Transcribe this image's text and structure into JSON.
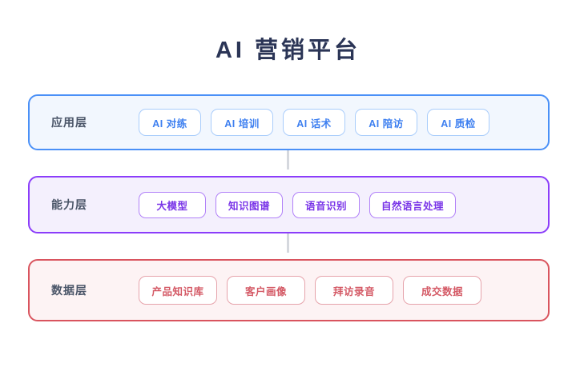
{
  "page": {
    "title": "AI 营销平台",
    "background_color": "#ffffff",
    "title_color": "#2b3556"
  },
  "layers": [
    {
      "id": "application-layer",
      "label": "应用层",
      "accent_color": "#4a90f7",
      "fill_color": "#f2f7fe",
      "chip_border_color": "#a9cdfb",
      "chip_text_color": "#3d7ff0",
      "items": [
        {
          "label": "AI 对练"
        },
        {
          "label": "AI 培训"
        },
        {
          "label": "AI 话术"
        },
        {
          "label": "AI 陪访"
        },
        {
          "label": "AI 质检"
        }
      ]
    },
    {
      "id": "capability-layer",
      "label": "能力层",
      "accent_color": "#8b3dfa",
      "fill_color": "#f4f0fd",
      "chip_border_color": "#b181f8",
      "chip_text_color": "#7a35e8",
      "items": [
        {
          "label": "大模型"
        },
        {
          "label": "知识图谱"
        },
        {
          "label": "语音识别"
        },
        {
          "label": "自然语言处理"
        }
      ]
    },
    {
      "id": "data-layer",
      "label": "数据层",
      "accent_color": "#d9545e",
      "fill_color": "#fdf3f4",
      "chip_border_color": "#e6a3ab",
      "chip_text_color": "#d45965",
      "items": [
        {
          "label": "产品知识库"
        },
        {
          "label": "客户画像"
        },
        {
          "label": "拜访录音"
        },
        {
          "label": "成交数据"
        }
      ]
    }
  ],
  "connectors": {
    "color": "#d5d8de",
    "count": 3
  }
}
